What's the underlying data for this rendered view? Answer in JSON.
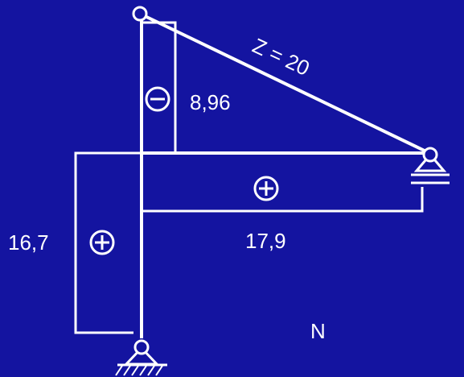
{
  "colors": {
    "background": "#1414a0",
    "lines": "#ffffff"
  },
  "labels": {
    "member_force": "Z = 20",
    "column_top_value": "8,96",
    "beam_value": "17,9",
    "column_bottom_value": "16,7",
    "diagram_symbol": "N"
  },
  "signs": {
    "column_top": "minus-sign-icon",
    "beam": "plus-sign-icon",
    "column_bottom": "plus-sign-icon"
  },
  "supports": {
    "bottom": "fixed-pin-support-icon",
    "right": "roller-support-icon"
  }
}
